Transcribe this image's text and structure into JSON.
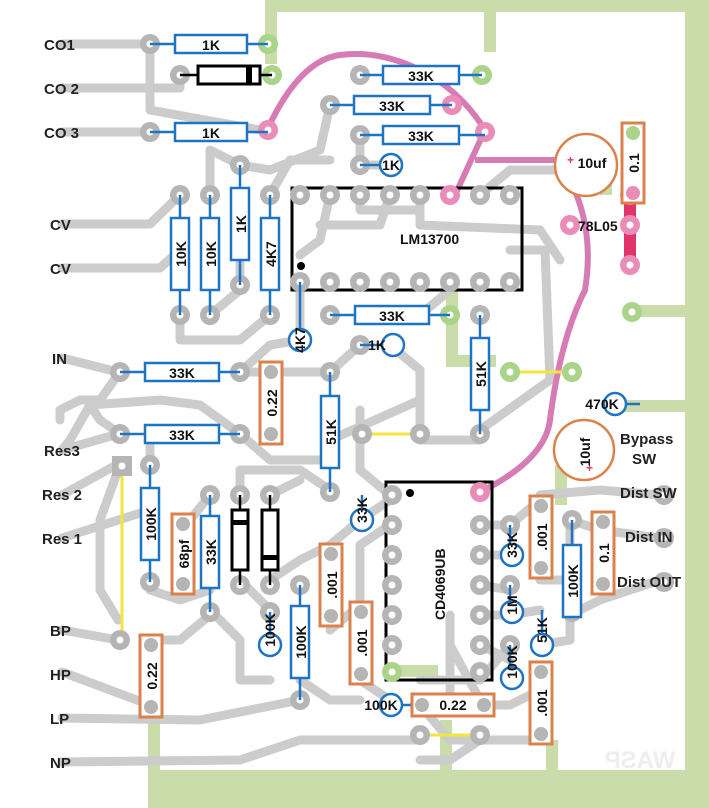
{
  "board": {
    "watermark": "WASP",
    "colors": {
      "trace": "#cccccc",
      "pad": "#b5b5b5",
      "ground_plane": "#c9dca9",
      "resistor": "#1f74c2",
      "capacitor": "#d9824b",
      "jumper_pink": "#d77bb5",
      "jumper_yellow": "#f0e63c",
      "power": "#e0346a",
      "pad_green": "#a9d48a",
      "pad_pink": "#e98db8"
    }
  },
  "labels": {
    "co1": "CO1",
    "co2": "CO 2",
    "co3": "CO 3",
    "cv1": "CV",
    "cv2": "CV",
    "in": "IN",
    "res3": "Res3",
    "res2": "Res 2",
    "res1": "Res 1",
    "bp": "BP",
    "hp": "HP",
    "lp": "LP",
    "np": "NP",
    "bypass": "Bypass",
    "bypass_sw": "SW",
    "dist_sw": "Dist SW",
    "dist_in": "Dist IN",
    "dist_out": "Dist OUT"
  },
  "components": {
    "lm13700": "LM13700",
    "cd4069": "CD4069UB",
    "reg": "78L05",
    "r_co1": "1K",
    "r_co3": "1K",
    "r_top1": "33K",
    "r_top2": "33K",
    "r_top3": "33K",
    "r_1k_small": "1K",
    "r_cv_a": "10K",
    "r_cv_b": "10K",
    "r_cv_c": "1K",
    "r_cv_d": "4K7",
    "r_4k7_small": "4K7",
    "r_mid": "33K",
    "r_1k_mid": "1K",
    "r_51k_right": "51K",
    "r_in": "33K",
    "r_res3": "33K",
    "c_022_a": "0.22",
    "r_51k_mid": "51K",
    "r_470k": "470K",
    "c_10uf_top": "10uf",
    "c_01_top": "0.1",
    "c_10uf_bot": "10uf",
    "r_100k_res": "100K",
    "c_68pf": "68pf",
    "r_33k_res": "33K",
    "r_33k_small": "33K",
    "c_001_a": ".001",
    "r_100k_mid": "100K",
    "r_100k_small": "100K",
    "c_001_b": ".001",
    "r_33k_r": "33K",
    "c_001_r": ".001",
    "r_100k_r": "100K",
    "c_01_r": "0.1",
    "r_1m": "1M",
    "r_51k_r": "51K",
    "r_100k_r2": "100K",
    "c_001_r2": ".001",
    "r_100k_bot": "100K",
    "c_022_bot": "0.22",
    "c_022_left": "0.22",
    "plus": "+"
  }
}
